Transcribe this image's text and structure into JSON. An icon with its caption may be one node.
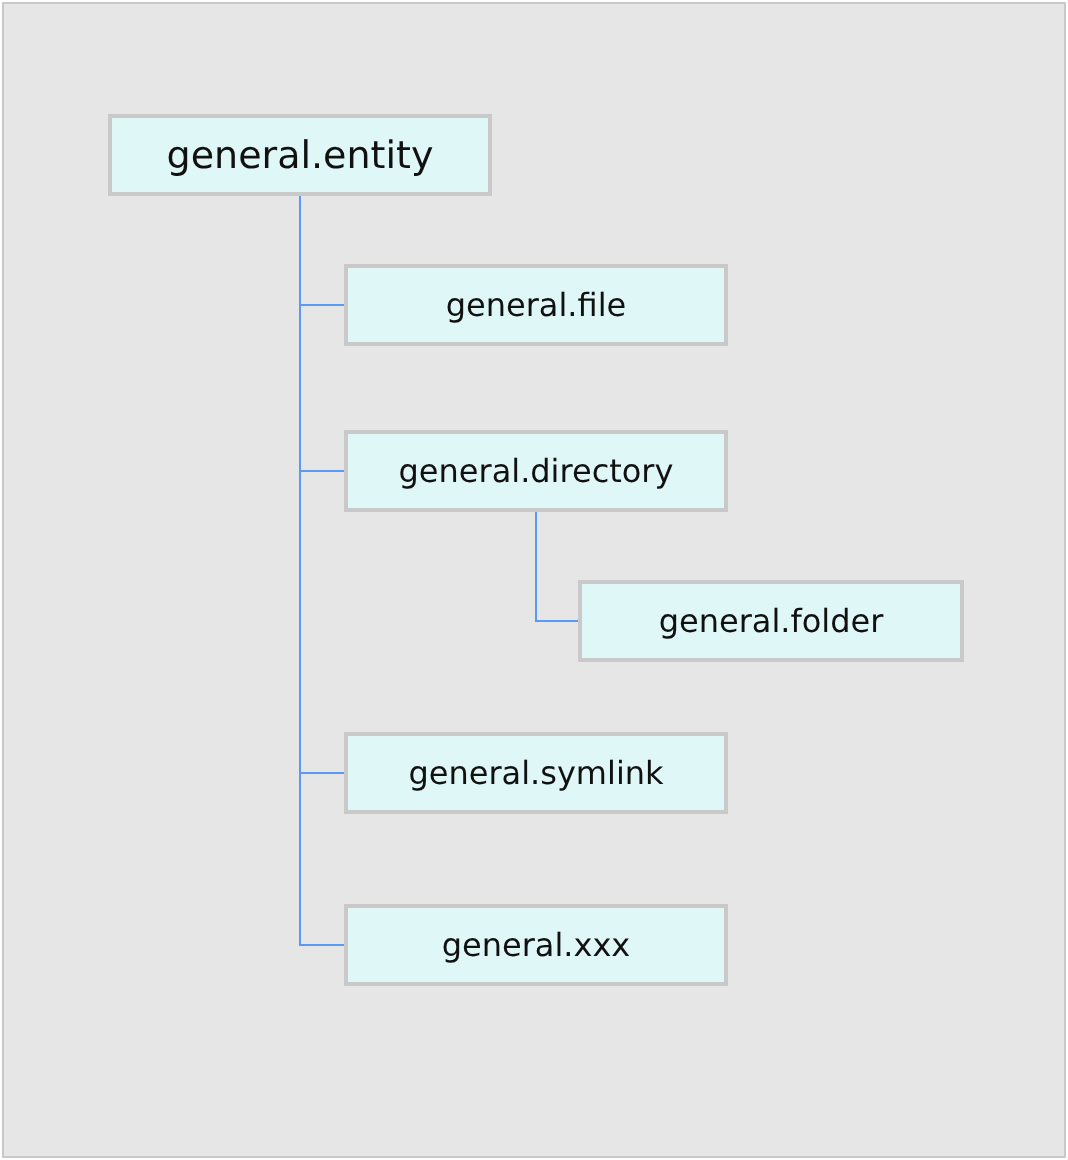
{
  "diagram": {
    "nodes": [
      {
        "text": [
          "general.entity"
        ]
      },
      {
        "text": [
          "general.file"
        ]
      },
      {
        "text": [
          "general.directory"
        ]
      },
      {
        "text": [
          "general.folder"
        ]
      },
      {
        "text": [
          "general.symlink"
        ]
      },
      {
        "text": [
          "general.xxx"
        ]
      }
    ],
    "edges": [
      {
        "from": 0,
        "to": 1,
        "arrow": "none"
      },
      {
        "from": 0,
        "to": 2,
        "arrow": "none"
      },
      {
        "from": 2,
        "to": 3,
        "arrow": "none"
      },
      {
        "from": 0,
        "to": 4,
        "arrow": "none"
      },
      {
        "from": 0,
        "to": 5,
        "arrow": "none"
      }
    ]
  }
}
